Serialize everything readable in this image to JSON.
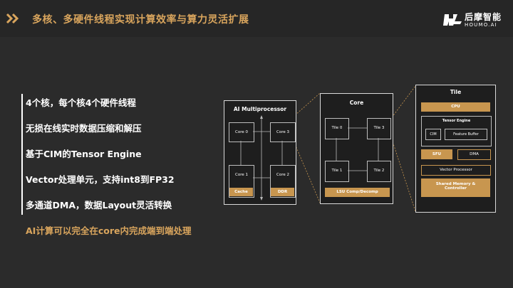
{
  "header": {
    "title": "多核、多硬件线程实现计算效率与算力灵活扩展",
    "logo_cn": "后摩智能",
    "logo_en": "HOUMO.AI"
  },
  "bullets": [
    "4个核，每个核4个硬件线程",
    "无损在线实时数据压缩和解压",
    "基于CIM的Tensor Engine",
    "Vector处理单元，支持int8到FP32",
    "多通道DMA，数据Layout灵活转换"
  ],
  "highlight": "AI计算可以完全在core内完成端到端处理",
  "multiprocessor": {
    "title": "AI Multiprocessor",
    "cores": [
      "Core 0",
      "Core 3",
      "Core 1",
      "Core 2"
    ],
    "cache": "Cache",
    "ddr": "DDR"
  },
  "core": {
    "title": "Core",
    "tiles": [
      "Tile 0",
      "Tile 3",
      "Tile 1",
      "Tile 2"
    ],
    "lsu": "LSU Comp/Decomp"
  },
  "tile": {
    "title": "Tile",
    "cpu": "CPU",
    "tensor_engine": "Tensor Engine",
    "cim": "CIM",
    "feature_buffer": "Feature Buffer",
    "sfu": "SFU",
    "dma": "DMA",
    "vector_processor": "Vector Processor",
    "shared_memory_1": "Shared Memory &",
    "shared_memory_2": "Controller"
  },
  "colors": {
    "accent": "#d9a55d",
    "gold_fill": "#c8964f",
    "background": "#2b2b2b",
    "header": "#262626"
  }
}
